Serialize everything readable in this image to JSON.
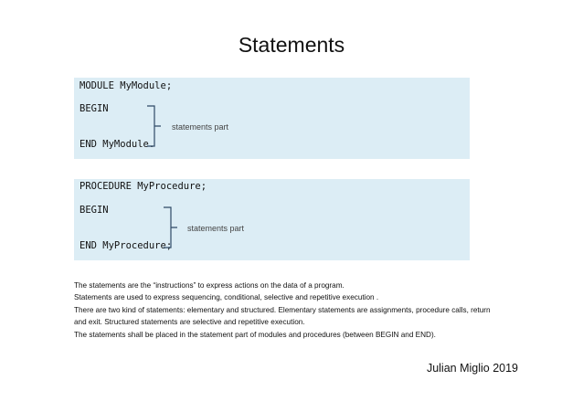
{
  "slide": {
    "title": "Statements",
    "module_block": {
      "line1": "MODULE MyModule;",
      "line2": "BEGIN",
      "line3": "END MyModule.",
      "brace_label": "statements part"
    },
    "procedure_block": {
      "line1": "PROCEDURE MyProcedure;",
      "line2": "BEGIN",
      "line3": "END MyProcedure;",
      "brace_label": "statements part"
    },
    "description": [
      "The statements are the “instructions” to express actions on the data of a program.",
      "Statements are used to express sequencing, conditional, selective and repetitive execution .",
      "There are two kind of statements: elementary and structured.  Elementary statements are assignments, procedure calls, return",
      "and exit. Structured statements are selective and repetitive execution.",
      "The statements shall be placed in the statement part of modules and procedures (between  BEGIN and END)."
    ],
    "author": "Julian Miglio 2019",
    "colors": {
      "code_background": "#dcedf5",
      "brace": "#2e4a66"
    }
  }
}
